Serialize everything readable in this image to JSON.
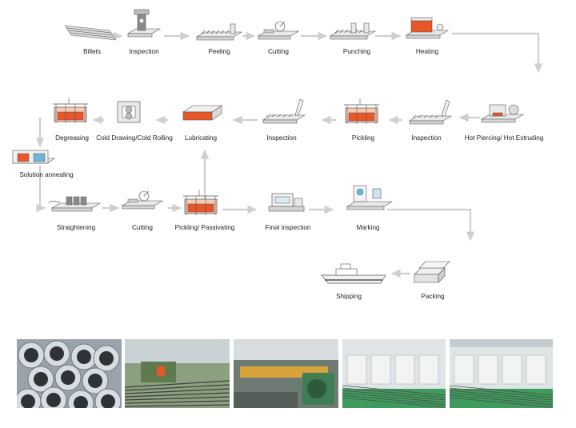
{
  "colors": {
    "flow": "#cfcfcf",
    "heat": "#e8572a",
    "machine": "#e9e9e9",
    "outline": "#555555"
  },
  "steps": [
    {
      "label": "Billets",
      "icon": "billets-icon"
    },
    {
      "label": "Inspection",
      "icon": "inspection-press-icon"
    },
    {
      "label": "Peeling",
      "icon": "peeling-machine-icon"
    },
    {
      "label": "Cutting",
      "icon": "cutting-machine-icon"
    },
    {
      "label": "Punching",
      "icon": "punching-machine-icon"
    },
    {
      "label": "Heating",
      "icon": "heating-furnace-icon"
    },
    {
      "label": "Hot Piercing/ Hot Extruding",
      "icon": "hot-piercing-icon"
    },
    {
      "label": "Inspection",
      "icon": "inspection-bench-icon"
    },
    {
      "label": "Pickling",
      "icon": "pickling-tank-icon"
    },
    {
      "label": "Inspection",
      "icon": "inspection-bench-icon"
    },
    {
      "label": "Lubricating",
      "icon": "lubricating-tank-icon"
    },
    {
      "label": "Cold Drawing/Cold Rolling",
      "icon": "cold-drawing-icon"
    },
    {
      "label": "Degreasing",
      "icon": "degreasing-tank-icon"
    },
    {
      "label": "Solution annealing",
      "icon": "annealing-furnace-icon"
    },
    {
      "label": "Straightening",
      "icon": "straightening-machine-icon"
    },
    {
      "label": "Cutting",
      "icon": "cutting-machine-icon"
    },
    {
      "label": "Pickling/ Passivating",
      "icon": "passivating-tank-icon"
    },
    {
      "label": "Final inspection",
      "icon": "final-inspection-icon"
    },
    {
      "label": "Marking",
      "icon": "marking-machine-icon"
    },
    {
      "label": "Packing",
      "icon": "packing-crates-icon"
    },
    {
      "label": "Shipping",
      "icon": "ship-icon"
    }
  ],
  "photos": [
    {
      "name": "steel-pipes-photo"
    },
    {
      "name": "rolling-mill-photo"
    },
    {
      "name": "piercing-line-photo"
    },
    {
      "name": "cold-drawing-workshop-photo"
    },
    {
      "name": "annealing-line-photo"
    }
  ]
}
